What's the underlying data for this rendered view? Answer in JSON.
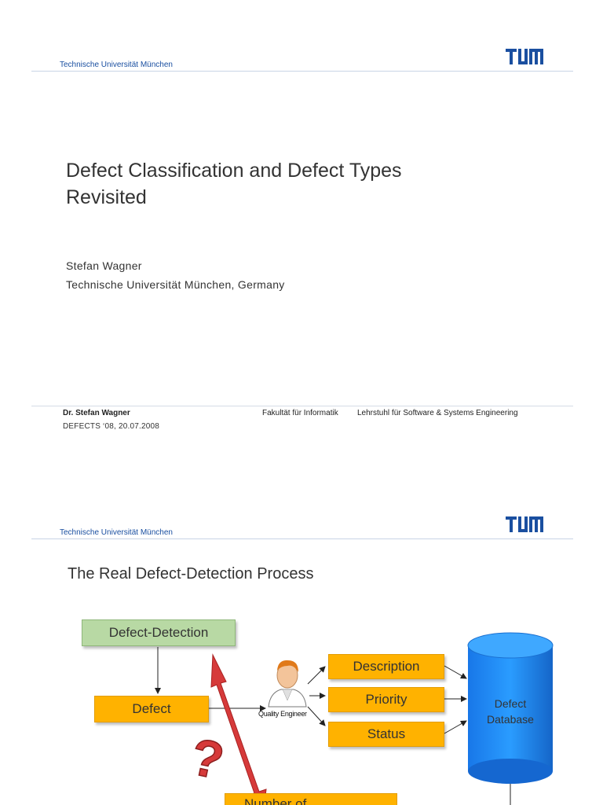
{
  "slide1": {
    "header_text": "Technische Universität München",
    "logo": "TUM",
    "title_line1": "Defect Classification and Defect Types",
    "title_line2": "Revisited",
    "author": "Stefan Wagner",
    "affiliation": "Technische Universität München, Germany",
    "footer": {
      "name": "Dr. Stefan Wagner",
      "event": "DEFECTS ‘08, 20.07.2008",
      "faculty": "Fakultät für Informatik",
      "chair": "Lehrstuhl für Software & Systems Engineering"
    }
  },
  "slide2": {
    "header_text": "Technische Universität München",
    "logo": "TUM",
    "title": "The Real Defect-Detection Process",
    "diagram": {
      "detection": "Defect-Detection",
      "defect": "Defect",
      "description": "Description",
      "priority": "Priority",
      "status": "Status",
      "quality_engineer": "Quality Engineer",
      "database_line1": "Defect",
      "database_line2": "Database",
      "question_mark": "?",
      "bottom_box": "Number of",
      "colors": {
        "green": "#b8d9a4",
        "orange": "#ffb200",
        "database": "#1e90ff",
        "arrow_red": "#d63a3a"
      }
    }
  }
}
